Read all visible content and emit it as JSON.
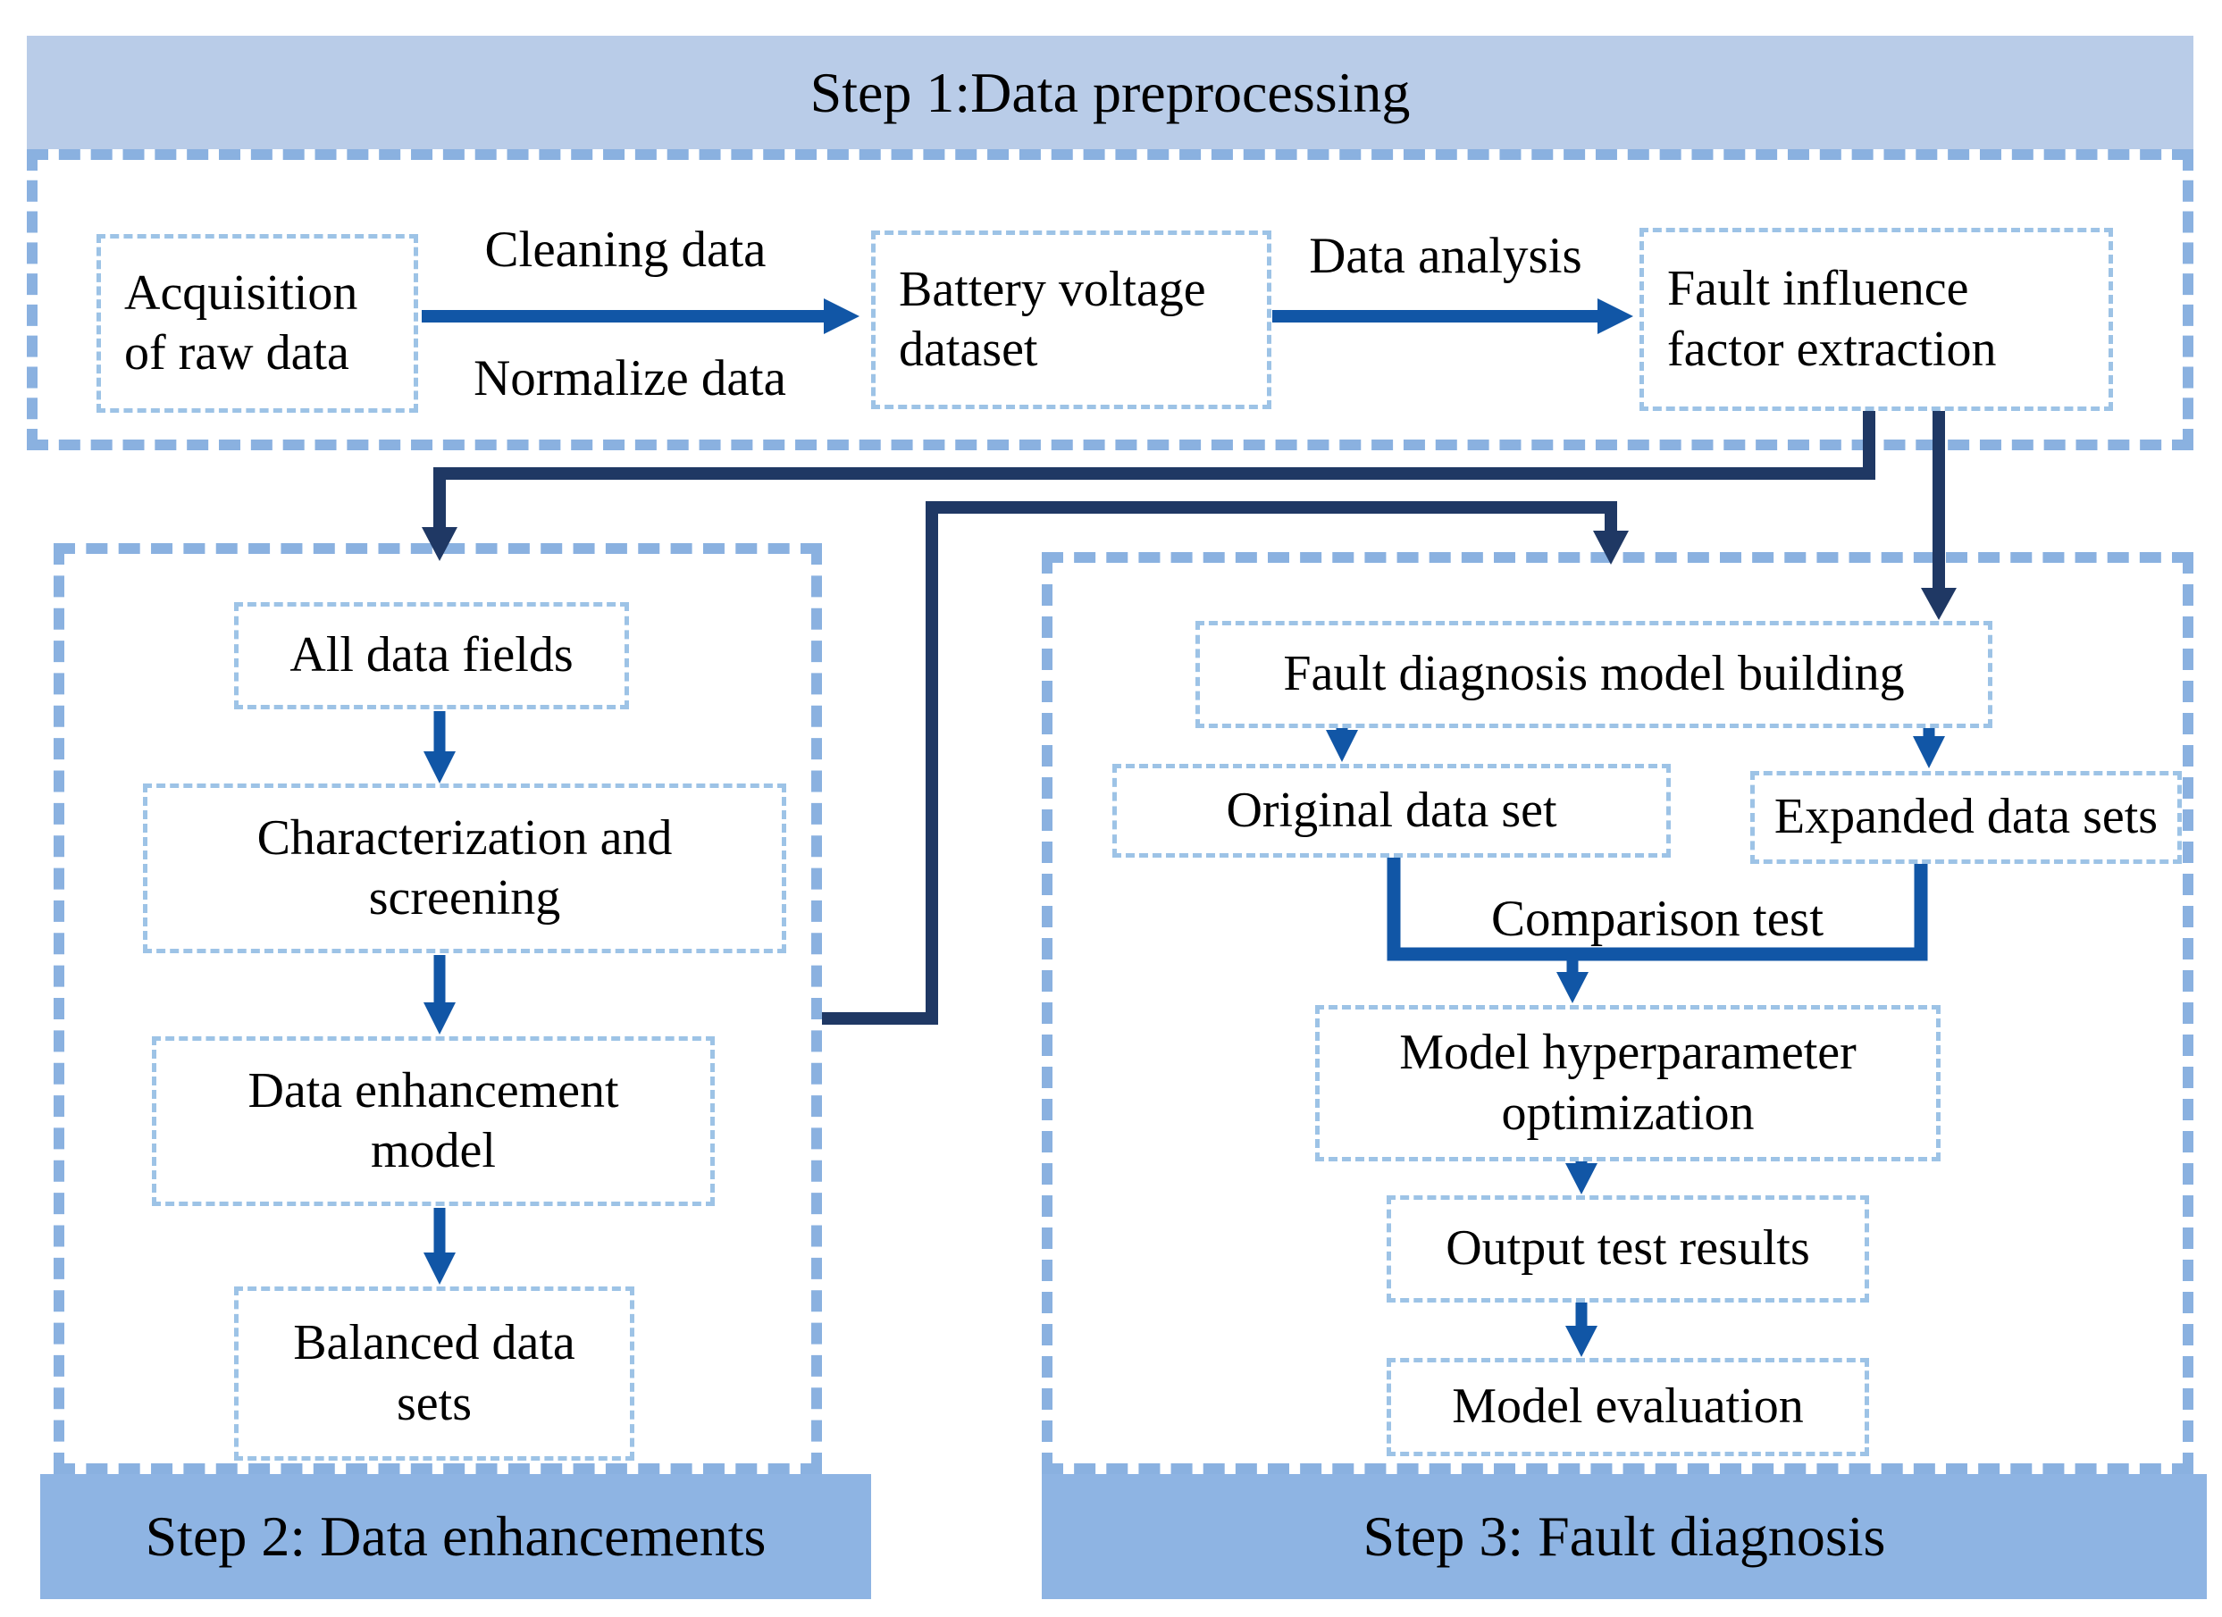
{
  "colors": {
    "banner_light": "#b9cce8",
    "banner_medium": "#8eb4e3",
    "outer_dash": "#8ab1e0",
    "box_dash": "#9dc3e6",
    "arrow_blue": "#1156a6",
    "arrow_navy": "#1f3864",
    "text": "#000000"
  },
  "step1": {
    "title": "Step 1:Data preprocessing",
    "boxes": {
      "acquisition": "Acquisition\nof raw data",
      "battery": "Battery voltage\ndataset",
      "fault": "Fault influence\nfactor extraction"
    },
    "labels": {
      "cleaning": "Cleaning data",
      "normalize": "Normalize data",
      "analysis": "Data analysis"
    }
  },
  "step2": {
    "title": "Step 2: Data enhancements",
    "boxes": {
      "all_fields": "All data fields",
      "characterization": "Characterization and\nscreening",
      "enhancement": "Data enhancement\nmodel",
      "balanced": "Balanced data\nsets"
    }
  },
  "step3": {
    "title": "Step 3: Fault diagnosis",
    "boxes": {
      "model_building": "Fault diagnosis model building",
      "original": "Original data set",
      "expanded": "Expanded data sets",
      "hyperparameter": "Model hyperparameter\noptimization",
      "output": "Output test results",
      "evaluation": "Model evaluation"
    },
    "labels": {
      "comparison": "Comparison test"
    }
  }
}
